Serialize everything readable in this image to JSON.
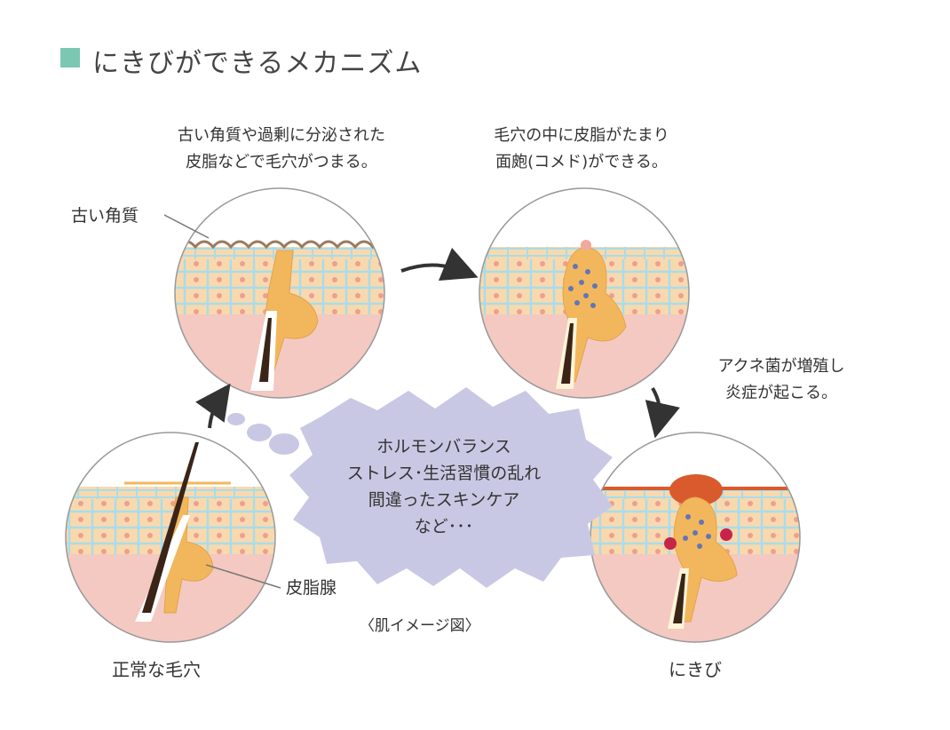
{
  "title": "にきびができるメカニズム",
  "caption_pore_clog": [
    "古い角質や過剰に分泌された",
    "皮脂などで毛穴がつまる。"
  ],
  "caption_comedo": [
    "毛穴の中に皮脂がたまり",
    "面皰(コメド)ができる。"
  ],
  "caption_acne_bacteria": [
    "アクネ菌が増殖し",
    "炎症が起こる。"
  ],
  "label_old_keratin": "古い角質",
  "label_sebaceous_gland": "皮脂腺",
  "stage_normal": "正常な毛穴",
  "stage_acne": "にきび",
  "cloud_lines": [
    "ホルモンバランス",
    "ストレス･生活習慣の乱れ",
    "間違ったスキンケア",
    "など･･･"
  ],
  "image_note": "〈肌イメージ図〉",
  "colors": {
    "title_square": "#7cc7b1",
    "dermis": "#f3c9c2",
    "cell": "#f8d9ae",
    "cell_nucleus": "#ee9f91",
    "cell_line": "#a9dcea",
    "sebum": "#f2b75d",
    "hair": "#3a2418",
    "comedo_dot": "#6275b8",
    "inflammation": "#d85a2d",
    "cloud": "#c9c8e4",
    "arrow": "#333333"
  }
}
